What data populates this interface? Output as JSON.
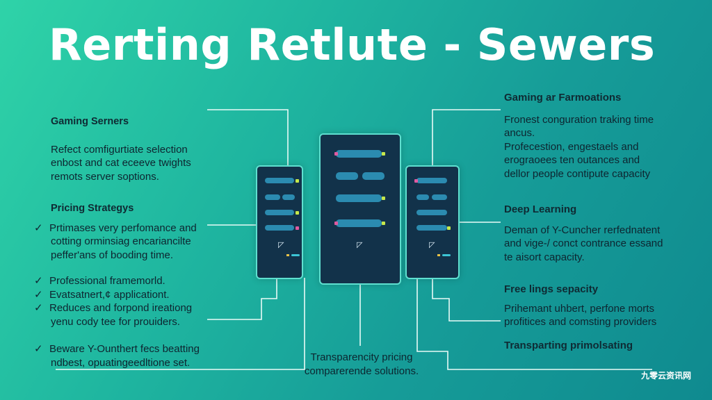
{
  "title": "Rerting Retlute - Sewers",
  "left": {
    "gaming": {
      "heading": "Gaming Serners",
      "lines": [
        "Refect comfigurtiate selection",
        "enbost and cat eceeve twights",
        "remots server soptions."
      ]
    },
    "pricing": {
      "heading": "Pricing Strategys",
      "group1": [
        "Prtimases very perfomance and",
        "cotting orminsiag encariancilte",
        "peffer'ans of booding time."
      ],
      "group2": [
        "Professional framemorld.",
        "Evatsatnert,¢ applicationt.",
        "Reduces and forpond ireationg",
        "yenu cody tee for prouiders."
      ],
      "group3": [
        "Beware Y-Ounthert fecs beatting",
        "ndbest, opuatingeedltione set."
      ]
    }
  },
  "right": {
    "gaming": {
      "heading": "Gaming ar Farmoations",
      "lines": [
        "Fronest conguration traking time",
        "ancus.",
        "Profecestion, engestaels and",
        "erograoees ten outances and",
        "dellor people contipute capacity"
      ]
    },
    "deep": {
      "heading": "Deep Learning",
      "lines": [
        "Deman of Y-Cuncher rerfednatent",
        "and vige-/ conct contrance essand",
        "te aisort capacity."
      ]
    },
    "free": {
      "heading": "Free lings sepacity",
      "lines": [
        "Prihemant uhbert, perfone morts",
        "profitices and comsting providers"
      ]
    },
    "transparting": {
      "heading": "Transparting primolsating"
    }
  },
  "center": {
    "caption": [
      "Transparencity pricing",
      "comparerende solutions."
    ]
  },
  "watermark": "九零云资讯网",
  "colors": {
    "server_body": "#12324a",
    "server_border": "#5fe0d0",
    "slot": "#2b8bb0",
    "led_green": "#c6e84a",
    "led_pink": "#e05aa0",
    "line": "#e9fbf7"
  }
}
